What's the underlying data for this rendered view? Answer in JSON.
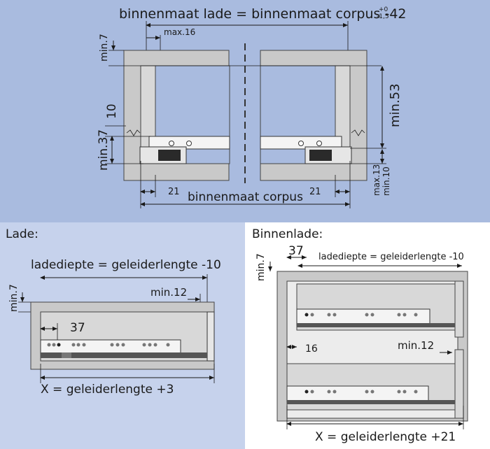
{
  "top": {
    "formula_main": "binnenmaat lade = binnenmaat corpus -42",
    "tol_plus": "+0",
    "tol_minus": "-1,5",
    "min7": "min.7",
    "max16": "max.16",
    "dim10": "10",
    "min37": "min.37",
    "min53": "min.53",
    "max13": "max.13",
    "min10": "min.10",
    "left21": "21",
    "right21": "21",
    "corpus": "binnenmaat corpus"
  },
  "lade": {
    "title": "Lade:",
    "ladediepte": "ladediepte = geleiderlengte -10",
    "min7": "min.7",
    "min12": "min.12",
    "dim37": "37",
    "x_formula": "X = geleiderlengte +3"
  },
  "binnenlade": {
    "title": "Binnenlade:",
    "min7": "min.7",
    "dim37": "37",
    "ladediepte": "ladediepte = geleiderlengte -10",
    "dim16": "16",
    "min12": "min.12",
    "x_formula": "X = geleiderlengte +21"
  },
  "colors": {
    "top_bg": "#a9bbdf",
    "lade_bg": "#c6d2ec",
    "binnen_bg": "#ffffff"
  }
}
